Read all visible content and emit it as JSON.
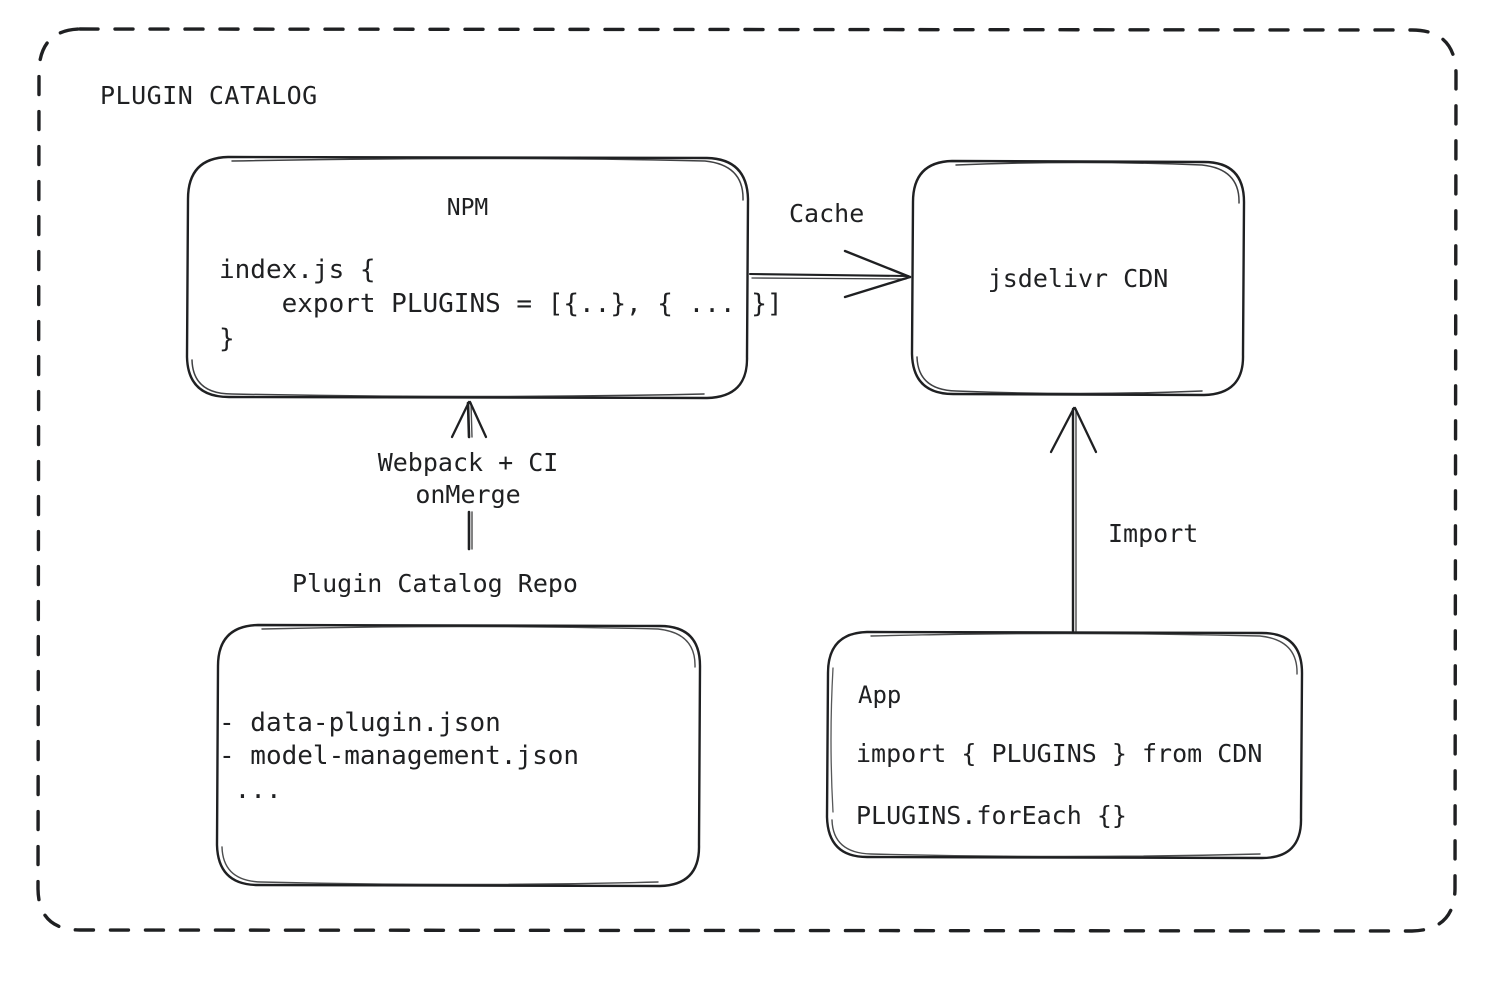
{
  "diagram": {
    "title": "PLUGIN CATALOG",
    "background": "#ffffff",
    "stroke_color": "#1f2022",
    "container": {
      "name": "plugin-catalog-boundary",
      "style": "dashed-rounded-rectangle",
      "label": "PLUGIN CATALOG"
    },
    "nodes": {
      "npm": {
        "label": "NPM",
        "code_lines": [
          "index.js {",
          "    export PLUGINS = [{..}, { ... }]",
          "}"
        ],
        "code_text": "index.js {\n    export PLUGINS = [{..}, { ... }]\n}"
      },
      "cdn": {
        "label": "jsdelivr CDN"
      },
      "repo": {
        "outside_label": "Plugin Catalog Repo",
        "file_lines": [
          "- data-plugin.json",
          "- model-management.json",
          " ..."
        ],
        "files_text": "- data-plugin.json\n- model-management.json\n ..."
      },
      "app": {
        "label": "App",
        "line1": "import { PLUGINS } from CDN",
        "line2": "PLUGINS.forEach {}"
      }
    },
    "edges": [
      {
        "name": "npm-to-cdn",
        "label": "Cache",
        "from": "npm",
        "to": "cdn",
        "direction": "right"
      },
      {
        "name": "repo-to-npm",
        "label_line1": "Webpack + CI",
        "label_line2": "onMerge",
        "from": "repo",
        "to": "npm",
        "direction": "up"
      },
      {
        "name": "app-to-cdn",
        "label": "Import",
        "from": "app",
        "to": "cdn",
        "direction": "up"
      }
    ]
  }
}
